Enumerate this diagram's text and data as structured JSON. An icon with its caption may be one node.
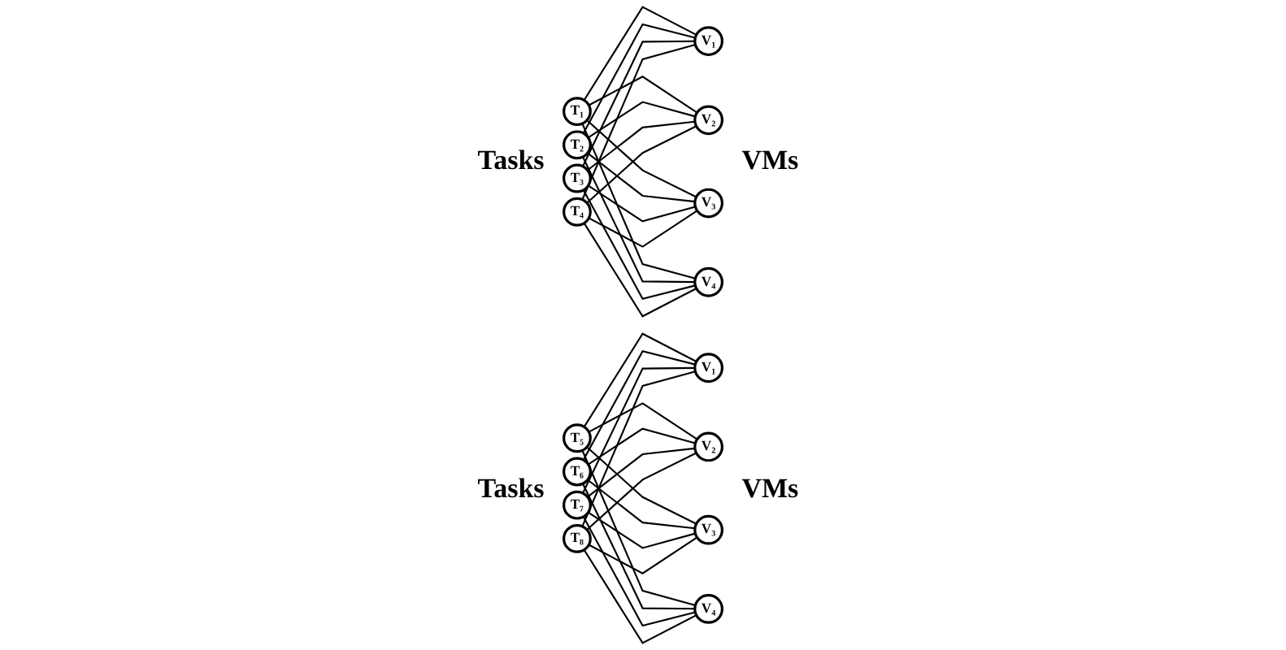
{
  "diagram": {
    "nodes": [
      {
        "text": [
          "T₁"
        ]
      },
      {
        "text": [
          "T₂"
        ]
      },
      {
        "text": [
          "T₃"
        ]
      },
      {
        "text": [
          "T₄"
        ]
      },
      {
        "text": [
          "V₁"
        ]
      },
      {
        "text": [
          "V₂"
        ]
      },
      {
        "text": [
          "V₃"
        ]
      },
      {
        "text": [
          "V₄"
        ]
      },
      {
        "text": [
          "T₅"
        ]
      },
      {
        "text": [
          "T₆"
        ]
      },
      {
        "text": [
          "T₇"
        ]
      },
      {
        "text": [
          "T₈"
        ]
      },
      {
        "text": [
          "V₁"
        ]
      },
      {
        "text": [
          "V₂"
        ]
      },
      {
        "text": [
          "V₃"
        ]
      },
      {
        "text": [
          "V₄"
        ]
      }
    ],
    "edges": [
      {
        "from": 0,
        "to": 4,
        "arrow": "none"
      },
      {
        "from": 0,
        "to": 5,
        "arrow": "none"
      },
      {
        "from": 0,
        "to": 6,
        "arrow": "none"
      },
      {
        "from": 0,
        "to": 7,
        "arrow": "none"
      },
      {
        "from": 1,
        "to": 4,
        "arrow": "none"
      },
      {
        "from": 1,
        "to": 5,
        "arrow": "none"
      },
      {
        "from": 1,
        "to": 6,
        "arrow": "none"
      },
      {
        "from": 1,
        "to": 7,
        "arrow": "none"
      },
      {
        "from": 2,
        "to": 4,
        "arrow": "none"
      },
      {
        "from": 2,
        "to": 5,
        "arrow": "none"
      },
      {
        "from": 2,
        "to": 6,
        "arrow": "none"
      },
      {
        "from": 2,
        "to": 7,
        "arrow": "none"
      },
      {
        "from": 3,
        "to": 4,
        "arrow": "none"
      },
      {
        "from": 3,
        "to": 5,
        "arrow": "none"
      },
      {
        "from": 3,
        "to": 6,
        "arrow": "none"
      },
      {
        "from": 3,
        "to": 7,
        "arrow": "none"
      },
      {
        "from": 8,
        "to": 12,
        "arrow": "none"
      },
      {
        "from": 8,
        "to": 13,
        "arrow": "none"
      },
      {
        "from": 8,
        "to": 14,
        "arrow": "none"
      },
      {
        "from": 8,
        "to": 15,
        "arrow": "none"
      },
      {
        "from": 9,
        "to": 12,
        "arrow": "none"
      },
      {
        "from": 9,
        "to": 13,
        "arrow": "none"
      },
      {
        "from": 9,
        "to": 14,
        "arrow": "none"
      },
      {
        "from": 9,
        "to": 15,
        "arrow": "none"
      },
      {
        "from": 10,
        "to": 12,
        "arrow": "none"
      },
      {
        "from": 10,
        "to": 13,
        "arrow": "none"
      },
      {
        "from": 10,
        "to": 14,
        "arrow": "none"
      },
      {
        "from": 10,
        "to": 15,
        "arrow": "none"
      },
      {
        "from": 11,
        "to": 12,
        "arrow": "none"
      },
      {
        "from": 11,
        "to": 13,
        "arrow": "none"
      },
      {
        "from": 11,
        "to": 14,
        "arrow": "none"
      },
      {
        "from": 11,
        "to": 15,
        "arrow": "none"
      }
    ],
    "labels": [
      "Tasks",
      "VMs",
      "Tasks",
      "VMs"
    ]
  }
}
